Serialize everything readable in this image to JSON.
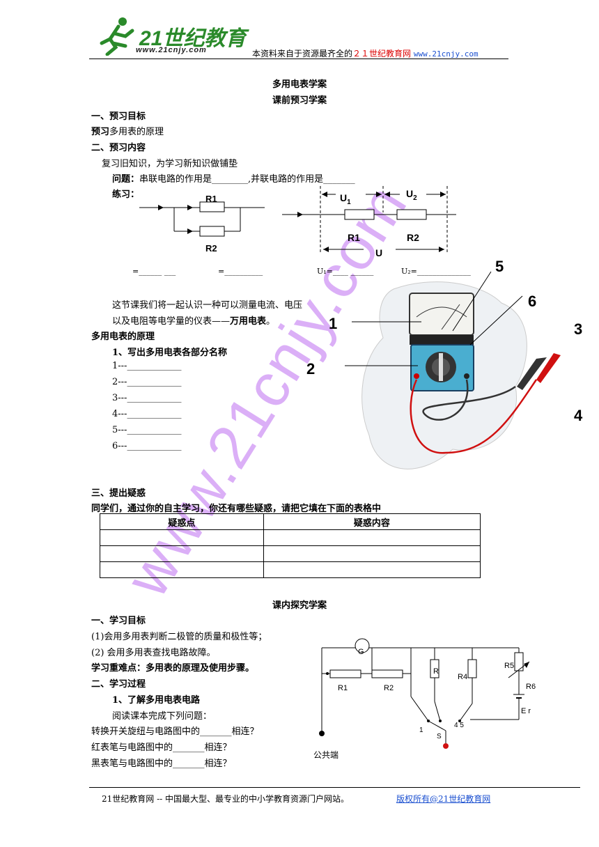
{
  "header": {
    "logo_text": "21世纪教育",
    "logo_url": "www.21cnjy.com",
    "source_prefix": "本资料来自于资源最齐全的",
    "source_name": "２１世纪教育网",
    "source_url": "www.21cnjy.com"
  },
  "titles": {
    "main": "多用电表学案",
    "sub": "课前预习学案"
  },
  "preview": {
    "section1_title": "一、预习目标",
    "goal_bold": "预习",
    "goal_rest": "多用表的原理",
    "section2_title": "二、预习内容",
    "review": "复习旧知识，为学习新知识做铺垫",
    "question_label": "问题：",
    "question_text": "串联电路的作用是________,并联电路的作用是_______",
    "practice_label": "练习：",
    "blank1": "=______ ___",
    "blank2": "=__________",
    "blank3": "U₁=____ ______",
    "blank4": "U₂=______________",
    "intro_line1": "这节课我们将一起认识一种可以测量电流、电压",
    "intro_line2": "以及电阻等电学量的仪表——",
    "intro_bold": "万用电表",
    "intro_end": "。",
    "principle_title": "多用电表的原理",
    "parts_q": "1、写出多用电表各部分名称",
    "parts": [
      "1---____________",
      "2---____________",
      "3---____________",
      "4---____________",
      "5---____________",
      "6---____________"
    ],
    "section3_title": "三、提出疑惑",
    "doubt_prompt": "同学们，通过你的自主学习，你还有哪些疑惑，请把它填在下面的表格中",
    "table_headers": [
      "疑惑点",
      "疑惑内容"
    ]
  },
  "circuit_left": {
    "r1": "R1",
    "r2": "R2"
  },
  "circuit_right": {
    "u1": "U",
    "u1_sub": "1",
    "u2": "U",
    "u2_sub": "2",
    "r1": "R1",
    "r2": "R2",
    "u": "U"
  },
  "meter_labels": [
    "1",
    "2",
    "3",
    "4",
    "5",
    "6"
  ],
  "inclass": {
    "title": "课内探究学案",
    "section1_title": "一、学习目标",
    "goal1": "(1)会用多用表判断二极管的质量和极性等；",
    "goal2": "(2) 会用多用表查找电路故障。",
    "key_points": "学习重难点：多用表的原理及使用步骤。",
    "section2_title": "二、学习过程",
    "sub1": "1、了解多用电表电路",
    "read": "阅读课本完成下列问题：",
    "q1": "转换开关旋纽与电路图中的_______相连？",
    "q2": "红表笔与电路图中的_______相连？",
    "q3": "黑表笔与电路图中的_______相连？"
  },
  "circuit_bottom": {
    "g": "G",
    "r1": "R1",
    "r2": "R2",
    "r3": "R",
    "r4": "R4",
    "r5": "R5",
    "r6": "R6",
    "er": "E r",
    "s": "S",
    "t1": "1",
    "t45": "4 5",
    "common": "公共端"
  },
  "watermark": "www.21cnjy.com",
  "footer": {
    "left": "21世纪教育网 -- 中国最大型、最专业的中小学教育资源门户网站。",
    "right": "版权所有@21世纪教育网"
  }
}
